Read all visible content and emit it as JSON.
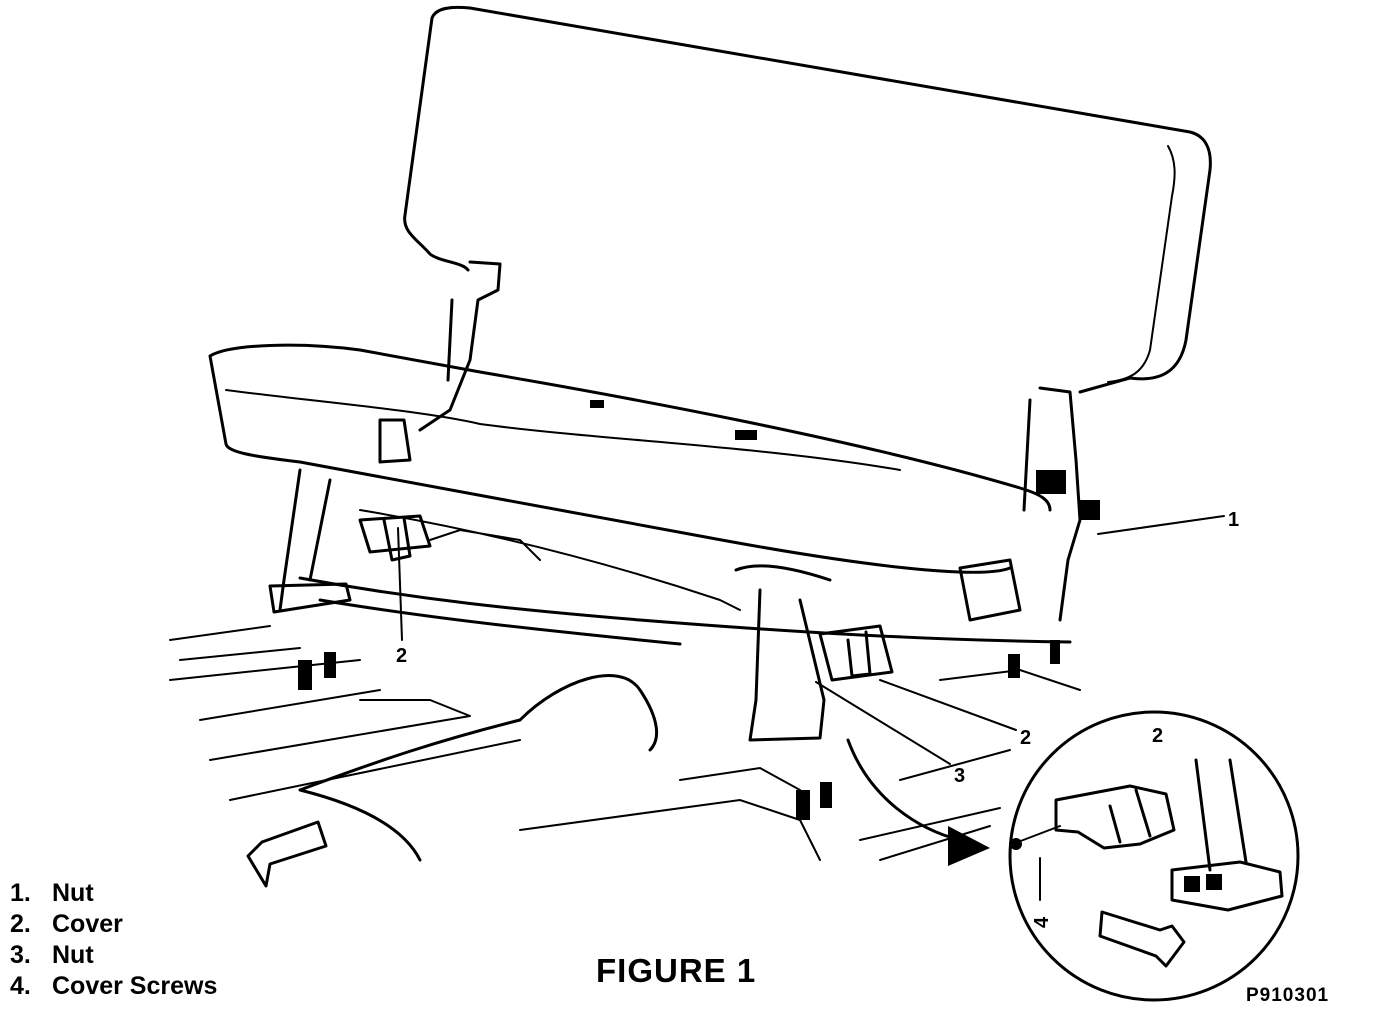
{
  "figure": {
    "title": "FIGURE 1",
    "code": "P910301"
  },
  "legend": [
    {
      "num": "1.",
      "label": "Nut"
    },
    {
      "num": "2.",
      "label": "Cover"
    },
    {
      "num": "3.",
      "label": "Nut"
    },
    {
      "num": "4.",
      "label": "Cover Screws"
    }
  ],
  "callouts": {
    "nut_right": "1",
    "cover_left": "2",
    "cover_center": "2",
    "nut_center": "3",
    "detail_cover": "2",
    "detail_screws": "4"
  }
}
